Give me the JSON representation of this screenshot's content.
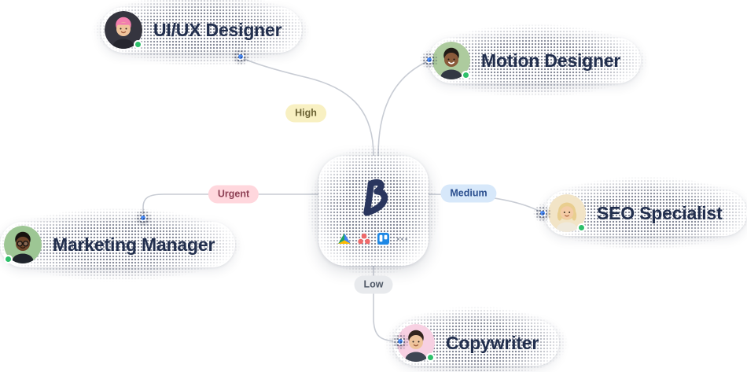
{
  "app": {
    "center": {
      "logo_letter": "B",
      "app_icons": [
        "drive-icon",
        "asana-icon",
        "trello-icon"
      ],
      "more_label": "..."
    },
    "members": [
      {
        "id": "uiux",
        "label": "UI/UX Designer",
        "status": "online"
      },
      {
        "id": "motion",
        "label": "Motion Designer",
        "status": "online"
      },
      {
        "id": "marketing",
        "label": "Marketing Manager",
        "status": "online"
      },
      {
        "id": "seo",
        "label": "SEO Specialist",
        "status": "online"
      },
      {
        "id": "copywriter",
        "label": "Copywriter",
        "status": "online"
      }
    ],
    "priorities": [
      {
        "id": "high",
        "label": "High",
        "bg": "#F8F0C2",
        "fg": "#6C6335"
      },
      {
        "id": "urgent",
        "label": "Urgent",
        "bg": "#FFD7DD",
        "fg": "#8E4155"
      },
      {
        "id": "medium",
        "label": "Medium",
        "bg": "#D7E8FA",
        "fg": "#2B4F8F"
      },
      {
        "id": "low",
        "label": "Low",
        "bg": "#E8EAED",
        "fg": "#4F5866"
      }
    ],
    "colors": {
      "connector_dot_blue": "#4C8DF8",
      "online_green": "#2EC06A",
      "label_navy": "#222F4E",
      "line_gray": "#C8CCD4",
      "logo_navy": "#29355E"
    }
  }
}
